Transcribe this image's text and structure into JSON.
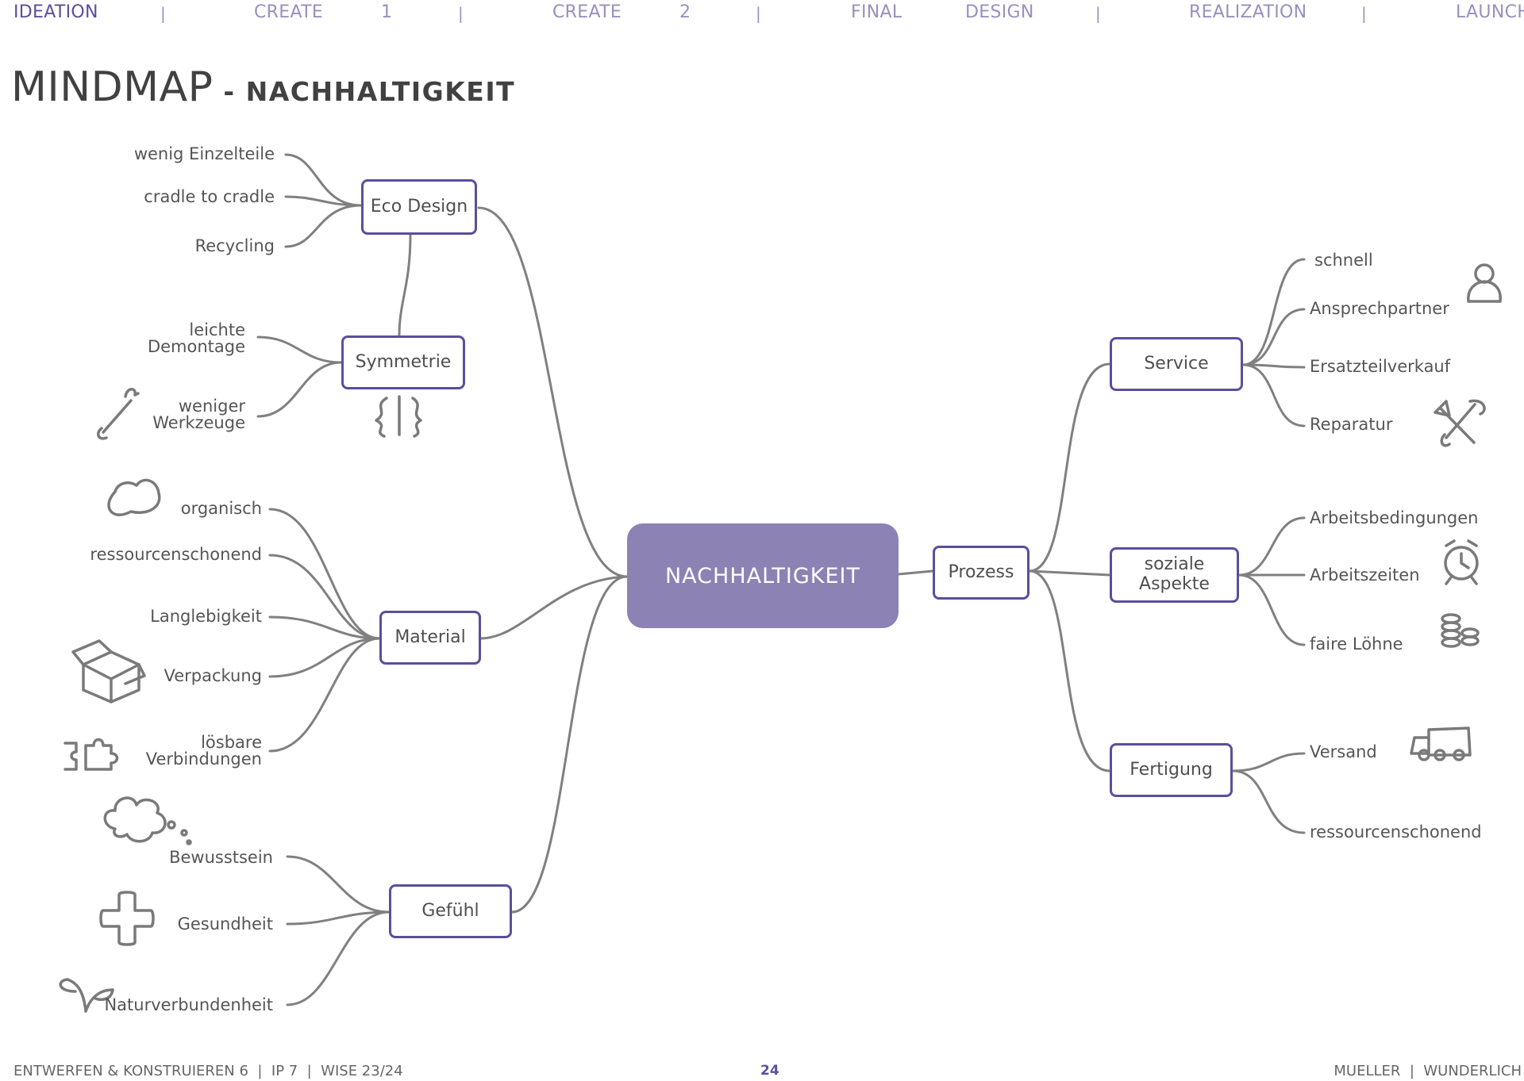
{
  "nav": {
    "items": [
      "IDEATION",
      "CREATE",
      "1",
      "CREATE",
      "2",
      "FINAL",
      "DESIGN",
      "REALIZATION",
      "LAUNCH"
    ],
    "separator": "|",
    "active": "IDEATION"
  },
  "title": {
    "main": "MINDMAP",
    "sub": " - NACHHALTIGKEIT"
  },
  "mindmap": {
    "center": "NACHHALTIGKEIT",
    "eco_design": {
      "label": "Eco Design",
      "leaves": [
        "wenig Einzelteile",
        "cradle to cradle",
        "Recycling"
      ]
    },
    "symmetrie": {
      "label": "Symmetrie",
      "leaves": [
        "leichte\nDemontage",
        "weniger\nWerkzeuge"
      ]
    },
    "material": {
      "label": "Material",
      "leaves": [
        "organisch",
        "ressourcenschonend",
        "Langlebigkeit",
        "Verpackung",
        "lösbare\nVerbindungen"
      ]
    },
    "gefuehl": {
      "label": "Gefühl",
      "leaves": [
        "Bewusstsein",
        "Gesundheit",
        "Naturverbundenheit"
      ]
    },
    "prozess": {
      "label": "Prozess"
    },
    "service": {
      "label": "Service",
      "leaves": [
        "schnell",
        "Ansprechpartner",
        "Ersatzteilverkauf",
        "Reparatur"
      ]
    },
    "soziale": {
      "label": "soziale\nAspekte",
      "leaves": [
        "Arbeitsbedingungen",
        "Arbeitszeiten",
        "faire Löhne"
      ]
    },
    "fertigung": {
      "label": "Fertigung",
      "leaves": [
        "Versand",
        "ressourcenschonend"
      ]
    }
  },
  "icons": [
    "person-icon",
    "tools-icon",
    "alarm-clock-icon",
    "coins-icon",
    "truck-icon",
    "wrench-icon",
    "symmetry-icon",
    "blob-icon",
    "box-icon",
    "puzzle-icon",
    "cloud-icon",
    "cross-icon",
    "sprout-icon"
  ],
  "colors": {
    "accent": "#5e4d9c",
    "center_fill": "#8c82b4",
    "nav_inactive": "#9a8fbf",
    "line": "#808080"
  },
  "footer": {
    "left": "ENTWERFEN & KONSTRUIEREN 6  |  IP 7  |  WISE 23/24",
    "page": "24",
    "right": "MUELLER  |  WUNDERLICH"
  }
}
